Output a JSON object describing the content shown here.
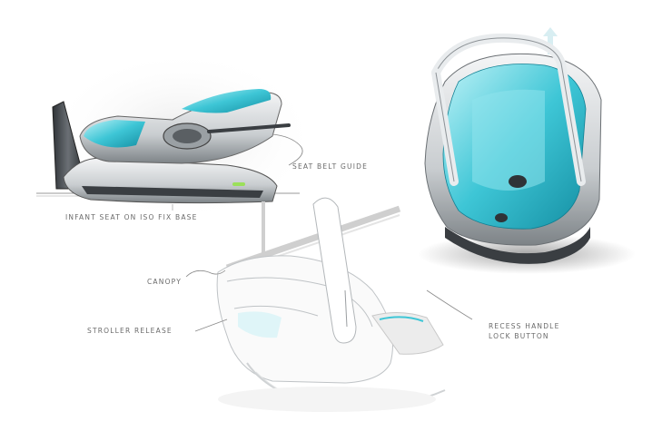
{
  "labels": {
    "seat_belt_guide": "Seat belt guide",
    "infant_seat_base": "Infant seat on iso fix base",
    "canopy": "Canopy",
    "stroller_release": "Stroller release",
    "recess_handle": "Recess handle\nlock button"
  },
  "colors": {
    "accent_teal": "#3ec6d6",
    "accent_teal_dark": "#1a9fb3",
    "shell_grey": "#8f9498",
    "frame_dark": "#3a3e42",
    "sketch_line": "#bfc3c6"
  },
  "icons": [
    "car-seat-side-view",
    "car-seat-perspective-view",
    "car-seat-sketch-view"
  ]
}
